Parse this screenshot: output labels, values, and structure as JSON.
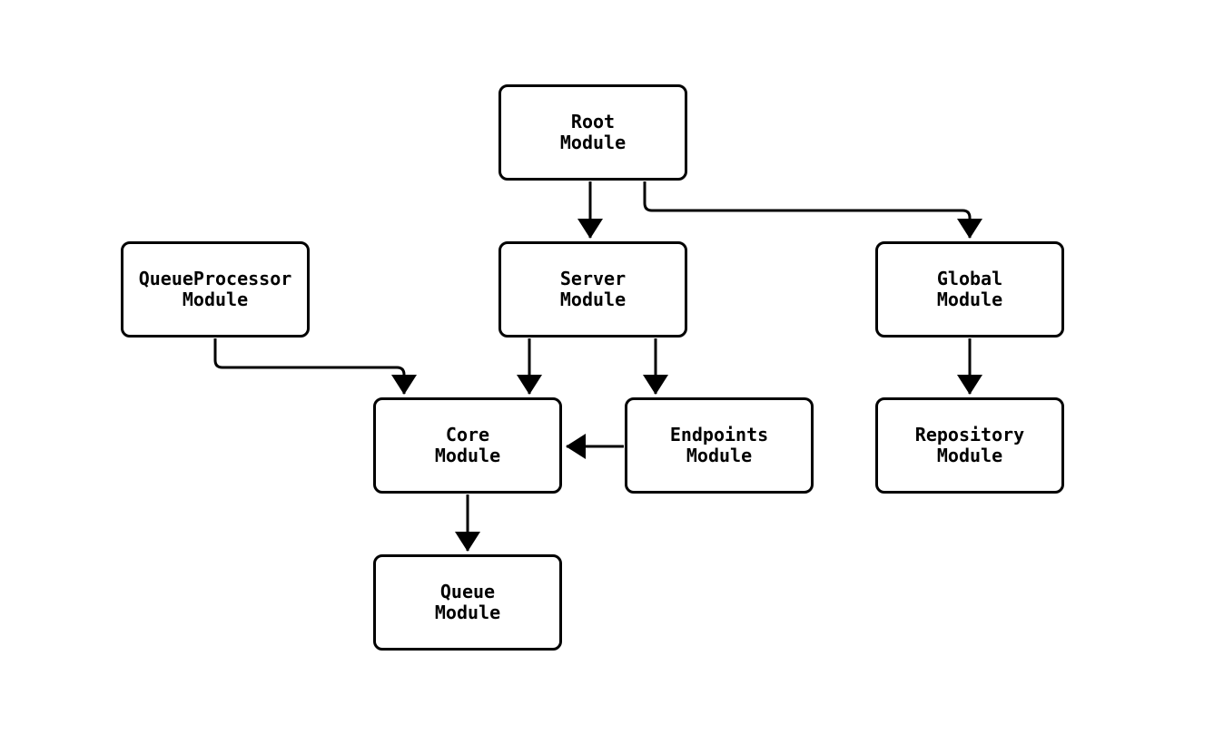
{
  "diagram": {
    "type": "flowchart",
    "colors": {
      "node_fill": "#ffffff",
      "node_stroke": "#000000",
      "edge_stroke": "#000000",
      "text": "#000000",
      "background": "#ffffff"
    },
    "nodes": [
      {
        "id": "root",
        "label": "Root\nModule"
      },
      {
        "id": "queueprocessor",
        "label": "QueueProcessor\nModule"
      },
      {
        "id": "server",
        "label": "Server\nModule"
      },
      {
        "id": "global",
        "label": "Global\nModule"
      },
      {
        "id": "core",
        "label": "Core\nModule"
      },
      {
        "id": "endpoints",
        "label": "Endpoints\nModule"
      },
      {
        "id": "repository",
        "label": "Repository\nModule"
      },
      {
        "id": "queue",
        "label": "Queue\nModule"
      }
    ],
    "edges": [
      {
        "from": "root",
        "to": "server"
      },
      {
        "from": "root",
        "to": "global"
      },
      {
        "from": "queueprocessor",
        "to": "core"
      },
      {
        "from": "server",
        "to": "core"
      },
      {
        "from": "server",
        "to": "endpoints"
      },
      {
        "from": "endpoints",
        "to": "core"
      },
      {
        "from": "core",
        "to": "queue"
      },
      {
        "from": "global",
        "to": "repository"
      }
    ]
  }
}
